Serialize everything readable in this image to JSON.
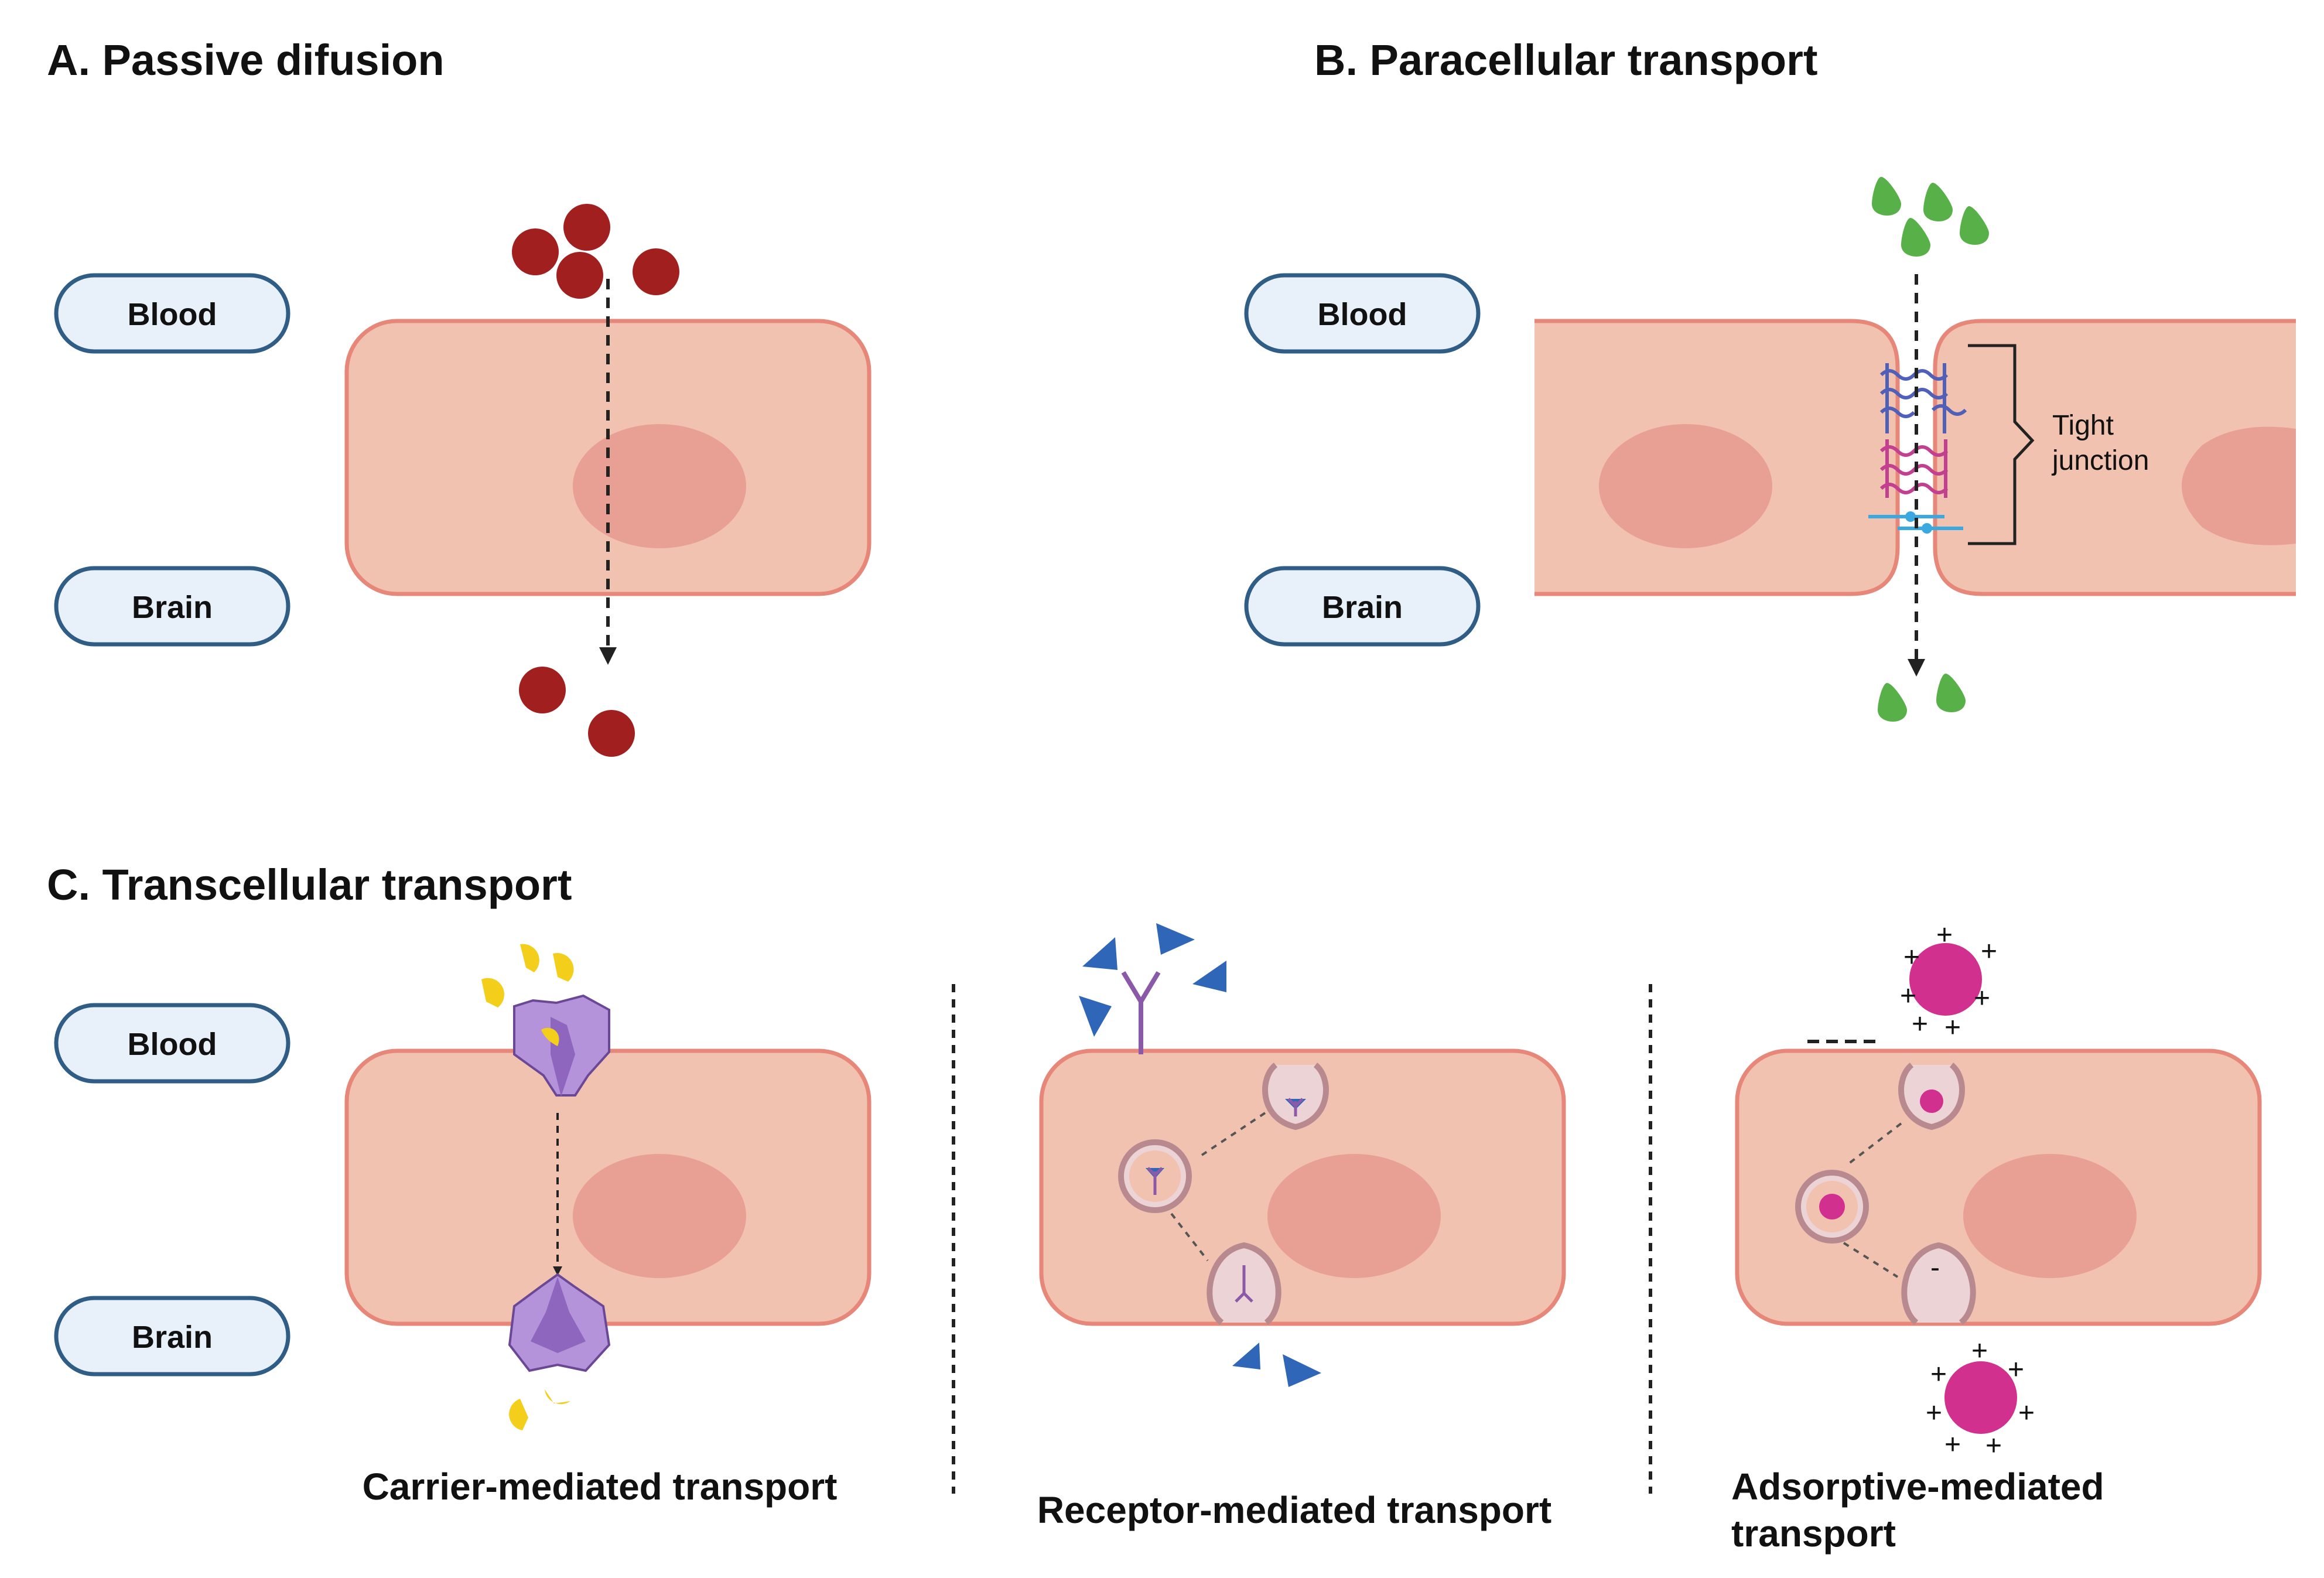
{
  "panels": {
    "a": {
      "heading": "A. Passive difusion"
    },
    "b": {
      "heading": "B.  Paracellular transport",
      "tight_junction_line1": "Tight",
      "tight_junction_line2": "junction"
    },
    "c": {
      "heading": "C. Transcellular transport",
      "carrier_label": "Carrier-mediated transport",
      "receptor_label": "Receptor-mediated transport",
      "adsorptive_label_line1": "Adsorptive-mediated",
      "adsorptive_label_line2": "transport"
    }
  },
  "compartments": {
    "blood": "Blood",
    "brain": "Brain"
  },
  "charge_signs": {
    "positive": "+",
    "negative": "-"
  },
  "colors": {
    "cell_fill": "#f2c2b0",
    "cell_border": "#e6877a",
    "nucleus": "#e9a094",
    "pill_fill": "#e8f1fa",
    "pill_border": "#2f5d86",
    "red_molecule": "#a11f1f",
    "green_molecule": "#57b048",
    "yellow_ligand": "#f3cf1c",
    "carrier_protein": "#b593db",
    "carrier_protein_dark": "#8e66bd",
    "blue_ligand": "#2f66b8",
    "receptor": "#8a5aa8",
    "cationic_particle": "#d2308f",
    "vesicle": "#c7a3a8",
    "tight_junction_blue": "#5060b8",
    "tight_junction_pink": "#c2408f",
    "tight_junction_cyan": "#3aa9e0"
  },
  "icons": {
    "red_molecule": "circle-icon",
    "green_molecule": "droplet-icon",
    "yellow_ligand": "half-moon-icon",
    "blue_ligand": "triangle-icon",
    "receptor": "y-receptor-icon",
    "carrier_protein": "transporter-icon",
    "vesicle": "vesicle-icon",
    "cationic_particle": "charged-sphere-icon",
    "transport_arrow": "dashed-arrow-icon",
    "bracket": "curly-bracket-icon"
  }
}
